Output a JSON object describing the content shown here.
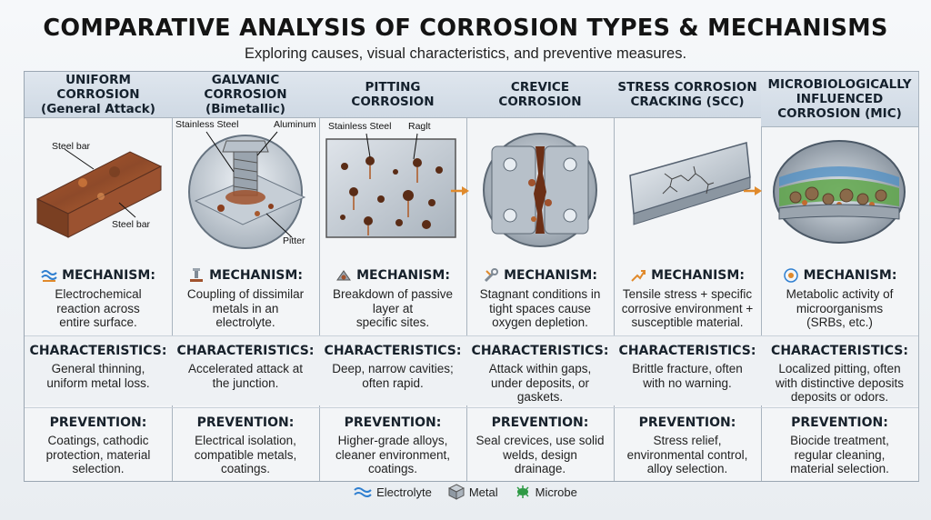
{
  "title": "COMPARATIVE ANALYSIS OF CORROSION TYPES & MECHANISMS",
  "subtitle": "Exploring causes, visual  characteristics, and preventive measures.",
  "columns": [
    {
      "header": "UNIFORM CORROSION\n(General Attack)",
      "labels": [
        "Steel bar",
        "Steel bar"
      ],
      "mechanism_icon": "water-waves-icon",
      "mechanism_title": "MECHANISM:",
      "mechanism": "Electrochemical\nreaction across\nentire surface.",
      "characteristics_title": "CHARACTERISTICS:",
      "characteristics": "General thinning,\nuniform metal loss.",
      "prevention_title": "PREVENTION:",
      "prevention": "Coatings, cathodic\nprotection, material\nselection."
    },
    {
      "header": "GALVANIC CORROSION\n(Bimetallic)",
      "labels": [
        "Stainless Steel",
        "Aluminum",
        "Pitter"
      ],
      "mechanism_icon": "bolt-pair-icon",
      "mechanism_title": "MECHANISM:",
      "mechanism": "Coupling of dissimilar\nmetals in an\nelectrolyte.",
      "characteristics_title": "CHARACTERISTICS:",
      "characteristics": "Accelerated attack at\nthe junction.",
      "prevention_title": "PREVENTION:",
      "prevention": "Electrical isolation,\ncompatible metals,\ncoatings."
    },
    {
      "header": "PITTING\nCORROSION",
      "labels": [
        "Stainless Steel",
        "Raglt"
      ],
      "mechanism_icon": "pit-icon",
      "mechanism_title": "MECHANISM:",
      "mechanism": "Breakdown of passive\nlayer at\nspecific sites.",
      "characteristics_title": "CHARACTERISTICS:",
      "characteristics": "Deep, narrow cavities;\noften rapid.",
      "prevention_title": "PREVENTION:",
      "prevention": "Higher-grade alloys,\ncleaner environment,\ncoatings."
    },
    {
      "header": "CREVICE\nCORROSION",
      "labels": [],
      "mechanism_icon": "wrench-icon",
      "mechanism_title": "MECHANISM:",
      "mechanism": "Stagnant conditions in\ntight spaces cause\noxygen depletion.",
      "characteristics_title": "CHARACTERISTICS:",
      "characteristics": "Attack within gaps,\nunder deposits, or\ngaskets.",
      "prevention_title": "PREVENTION:",
      "prevention": "Seal crevices, use solid\nwelds, design\ndrainage."
    },
    {
      "header": "STRESS CORROSION\nCRACKING (SCC)",
      "labels": [],
      "mechanism_icon": "stress-arrow-icon",
      "mechanism_title": "MECHANISM:",
      "mechanism": "Tensile stress + specific\ncorrosive environment +\nsusceptible material.",
      "characteristics_title": "CHARACTERISTICS:",
      "characteristics": "Brittle fracture, often\nwith no warning.",
      "prevention_title": "PREVENTION:",
      "prevention": "Stress relief,\nenvironmental control,\nalloy selection."
    },
    {
      "header": "MICROBIOLOGICALLY\nINFLUENCED\nCORROSION (MIC)",
      "labels": [],
      "mechanism_icon": "microbe-circle-icon",
      "mechanism_title": "MECHANISM:",
      "mechanism": "Metabolic activity of\nmicroorganisms\n(SRBs, etc.)",
      "characteristics_title": "CHARACTERISTICS:",
      "characteristics": "Localized pitting, often\nwith distinctive deposits\ndeposits or odors.",
      "prevention_title": "PREVENTION:",
      "prevention": "Biocide treatment,\nregular cleaning,\nmaterial selection."
    }
  ],
  "legend": [
    {
      "icon": "electrolyte-waves-icon",
      "label": "Electrolyte"
    },
    {
      "icon": "metal-cube-icon",
      "label": "Metal"
    },
    {
      "icon": "microbe-icon",
      "label": "Microbe"
    }
  ],
  "colors": {
    "header_bg": "#d6dfe8",
    "rust": "#a8502a",
    "metal": "#b9c2cb",
    "accent_arrow": "#e08a2c",
    "water": "#2f7fd0",
    "microbe": "#2e9a45"
  }
}
